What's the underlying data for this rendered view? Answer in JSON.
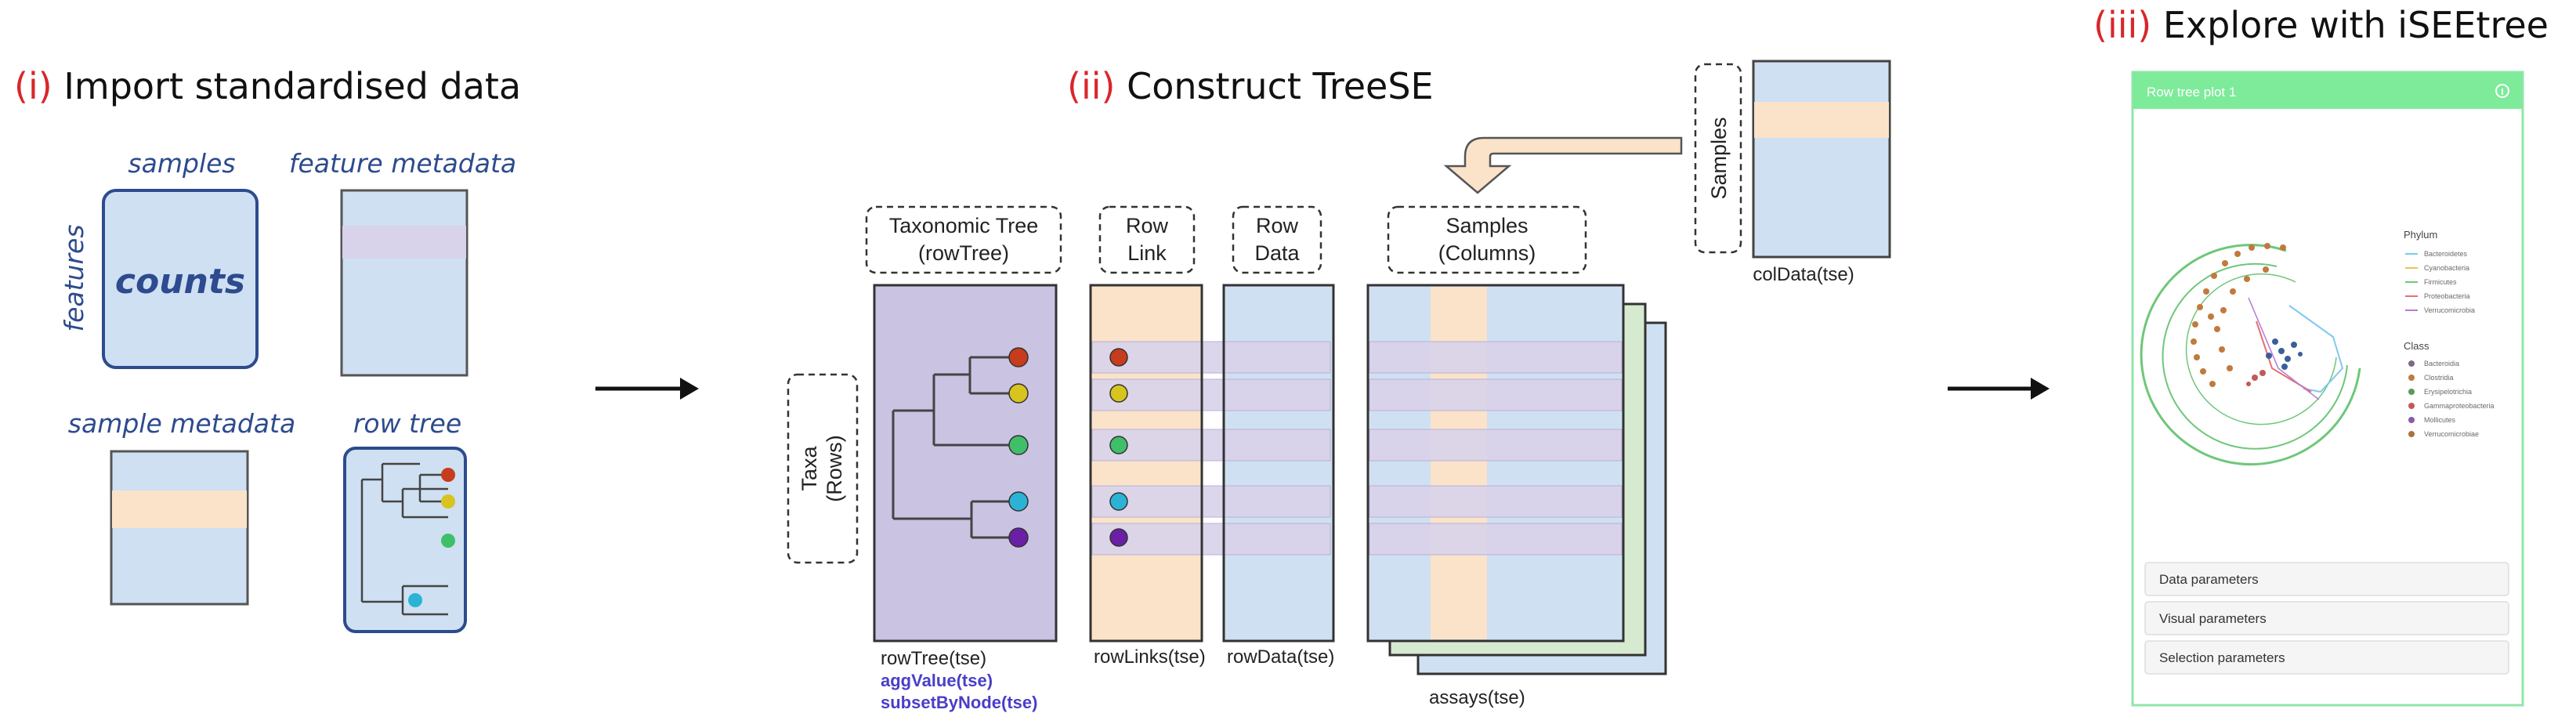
{
  "section1": {
    "roman": "(i)",
    "title": "Import standardised data"
  },
  "section2": {
    "roman": "(ii)",
    "title": "Construct TreeSE"
  },
  "section3": {
    "roman": "(iii)",
    "title": "Explore with iSEEtree"
  },
  "import_panel": {
    "samples_label": "samples",
    "features_label": "features",
    "counts_label": "counts",
    "feature_metadata_label": "feature metadata",
    "sample_metadata_label": "sample metadata",
    "row_tree_label": "row tree"
  },
  "treese": {
    "taxonomic_tree_label": [
      "Taxonomic Tree",
      "(rowTree)"
    ],
    "row_link_label": [
      "Row",
      "Link"
    ],
    "row_data_label": [
      "Row",
      "Data"
    ],
    "samples_columns_label": [
      "Samples",
      "(Columns)"
    ],
    "taxa_rows_label": [
      "Taxa",
      "(Rows)"
    ],
    "samples_label": "Samples",
    "coldata_fn": "colData(tse)",
    "rowtree_fn": "rowTree(tse)",
    "aggvalue_fn": "aggValue(tse)",
    "subsetbynode_fn": "subsetByNode(tse)",
    "rowlinks_fn": "rowLinks(tse)",
    "rowdata_fn": "rowData(tse)",
    "assays_fn": "assays(tse)",
    "tip_colors": [
      "#c63c1c",
      "#d7c41e",
      "#3fbf6a",
      "#2bb3d6",
      "#6a1fa6"
    ]
  },
  "isee_panel": {
    "title": "Row tree plot 1",
    "legend_phylum_title": "Phylum",
    "legend_phylum": [
      {
        "label": "Bacteroidetes",
        "color": "#7fc9ef"
      },
      {
        "label": "Cyanobacteria",
        "color": "#e3c65d"
      },
      {
        "label": "Firmicutes",
        "color": "#6ec77a"
      },
      {
        "label": "Proteobacteria",
        "color": "#e57070"
      },
      {
        "label": "Verrucomicrobia",
        "color": "#b57ad6"
      }
    ],
    "legend_class_title": "Class",
    "legend_class": [
      {
        "label": "Bacteroidia",
        "color": "#7a6a8a"
      },
      {
        "label": "Clostridia",
        "color": "#c07a3c"
      },
      {
        "label": "Erysipelotrichia",
        "color": "#5a9a5a"
      },
      {
        "label": "Gammaproteobacteria",
        "color": "#c45858"
      },
      {
        "label": "Mollicutes",
        "color": "#8a5aa8"
      },
      {
        "label": "Verrucomicrobiae",
        "color": "#a8743c"
      }
    ],
    "accordion": [
      "Data parameters",
      "Visual parameters",
      "Selection parameters"
    ]
  },
  "colors": {
    "heading_roman": "#d8262b",
    "import_blue": "#2d4b8e",
    "light_blue_fill": "#cfe0f2",
    "peach": "#fbe3c9",
    "lavender": "#cbc3e2",
    "function_purple": "#4a3ec7",
    "isee_green": "#7deb9a"
  }
}
